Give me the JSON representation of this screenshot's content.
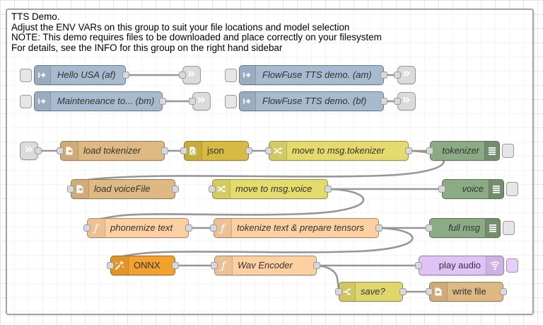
{
  "editor": {
    "kind": "node-red-flow-canvas"
  },
  "group": {
    "lines": [
      "TTS Demo.",
      "Adjust the ENV VARs on this group to suit your file locations and model selection",
      "NOTE: This demo requires files to be downloaded and place correctly on your filesystem",
      "For details, see the INFO for this group on the right hand sidebar"
    ]
  },
  "nodes": {
    "inject_hello": {
      "type": "inject",
      "label": "Hello USA (af)"
    },
    "inject_maint": {
      "type": "inject",
      "label": "Mainteneance to... (bm)"
    },
    "inject_ff_am": {
      "type": "inject",
      "label": "FlowFuse TTS demo. (am)"
    },
    "inject_ff_bf": {
      "type": "inject",
      "label": "FlowFuse TTS demo. (bf)"
    },
    "load_tokenizer": {
      "type": "file-read",
      "label": "load tokenizer"
    },
    "json": {
      "type": "json-parser",
      "label": "json"
    },
    "move_tokenizer": {
      "type": "change",
      "label": "move to msg.tokenizer"
    },
    "tokenizer_dbg": {
      "type": "debug",
      "label": "tokenizer"
    },
    "load_voicefile": {
      "type": "file-read",
      "label": "load voiceFile"
    },
    "move_voice": {
      "type": "change",
      "label": "move to msg.voice"
    },
    "voice_dbg": {
      "type": "debug",
      "label": "voice"
    },
    "phonemize": {
      "type": "function",
      "label": "phonemize text"
    },
    "tokenize": {
      "type": "function",
      "label": "tokenize text & prepare tensors"
    },
    "full_msg_dbg": {
      "type": "debug",
      "label": "full msg"
    },
    "onnx": {
      "type": "onnx",
      "label": "ONNX"
    },
    "wav_encoder": {
      "type": "function",
      "label": "Wav Encoder"
    },
    "play_audio": {
      "type": "play-audio",
      "label": "play audio"
    },
    "save_switch": {
      "type": "switch",
      "label": "save?"
    },
    "write_file": {
      "type": "file-write",
      "label": "write file"
    }
  },
  "icons": {
    "inject": "arrow-in-icon",
    "link": "link-arrow-icon",
    "file_read": "file-out-icon",
    "file_write": "file-in-icon",
    "json": "json-braces-icon",
    "change": "shuffle-icon",
    "switch": "fork-icon",
    "debug": "debug-list-icon",
    "function_glyph": "ƒ",
    "onnx": "magic-wand-icon",
    "play_audio": "sound-waves-icon"
  },
  "colors": {
    "inject": "#a6bbcf",
    "link": "#dbdbdb",
    "file": "#dfb984",
    "json": "#d6ba41",
    "change": "#e5da6c",
    "switch": "#e0d66e",
    "debug": "#8aab83",
    "function": "#fdd0a2",
    "onnx": "#f2a12e",
    "play_audio": "#dfc2f6",
    "wire": "#979797",
    "group_border": "#a2a2ac",
    "grid_line": "#e4e4f0"
  }
}
